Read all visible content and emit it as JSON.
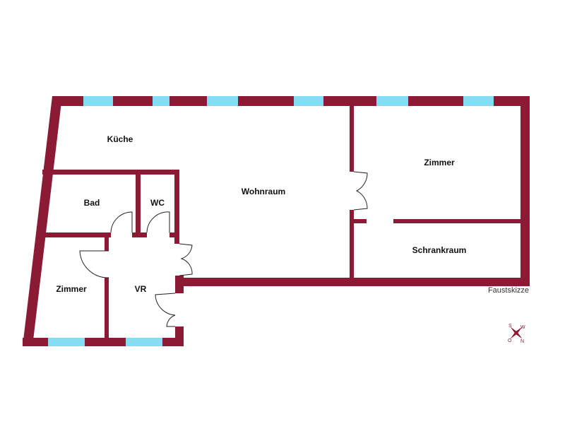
{
  "colors": {
    "wall": "#8B1A35",
    "window": "#86DDF3",
    "door": "#222222"
  },
  "rooms": {
    "kueche": "Küche",
    "wohnraum": "Wohnraum",
    "zimmer_right": "Zimmer",
    "bad": "Bad",
    "wc": "WC",
    "schrankraum": "Schrankraum",
    "zimmer_left": "Zimmer",
    "vr": "VR"
  },
  "note": "Faustskizze",
  "compass": {
    "letters": [
      "S",
      "O",
      "W",
      "N"
    ]
  }
}
